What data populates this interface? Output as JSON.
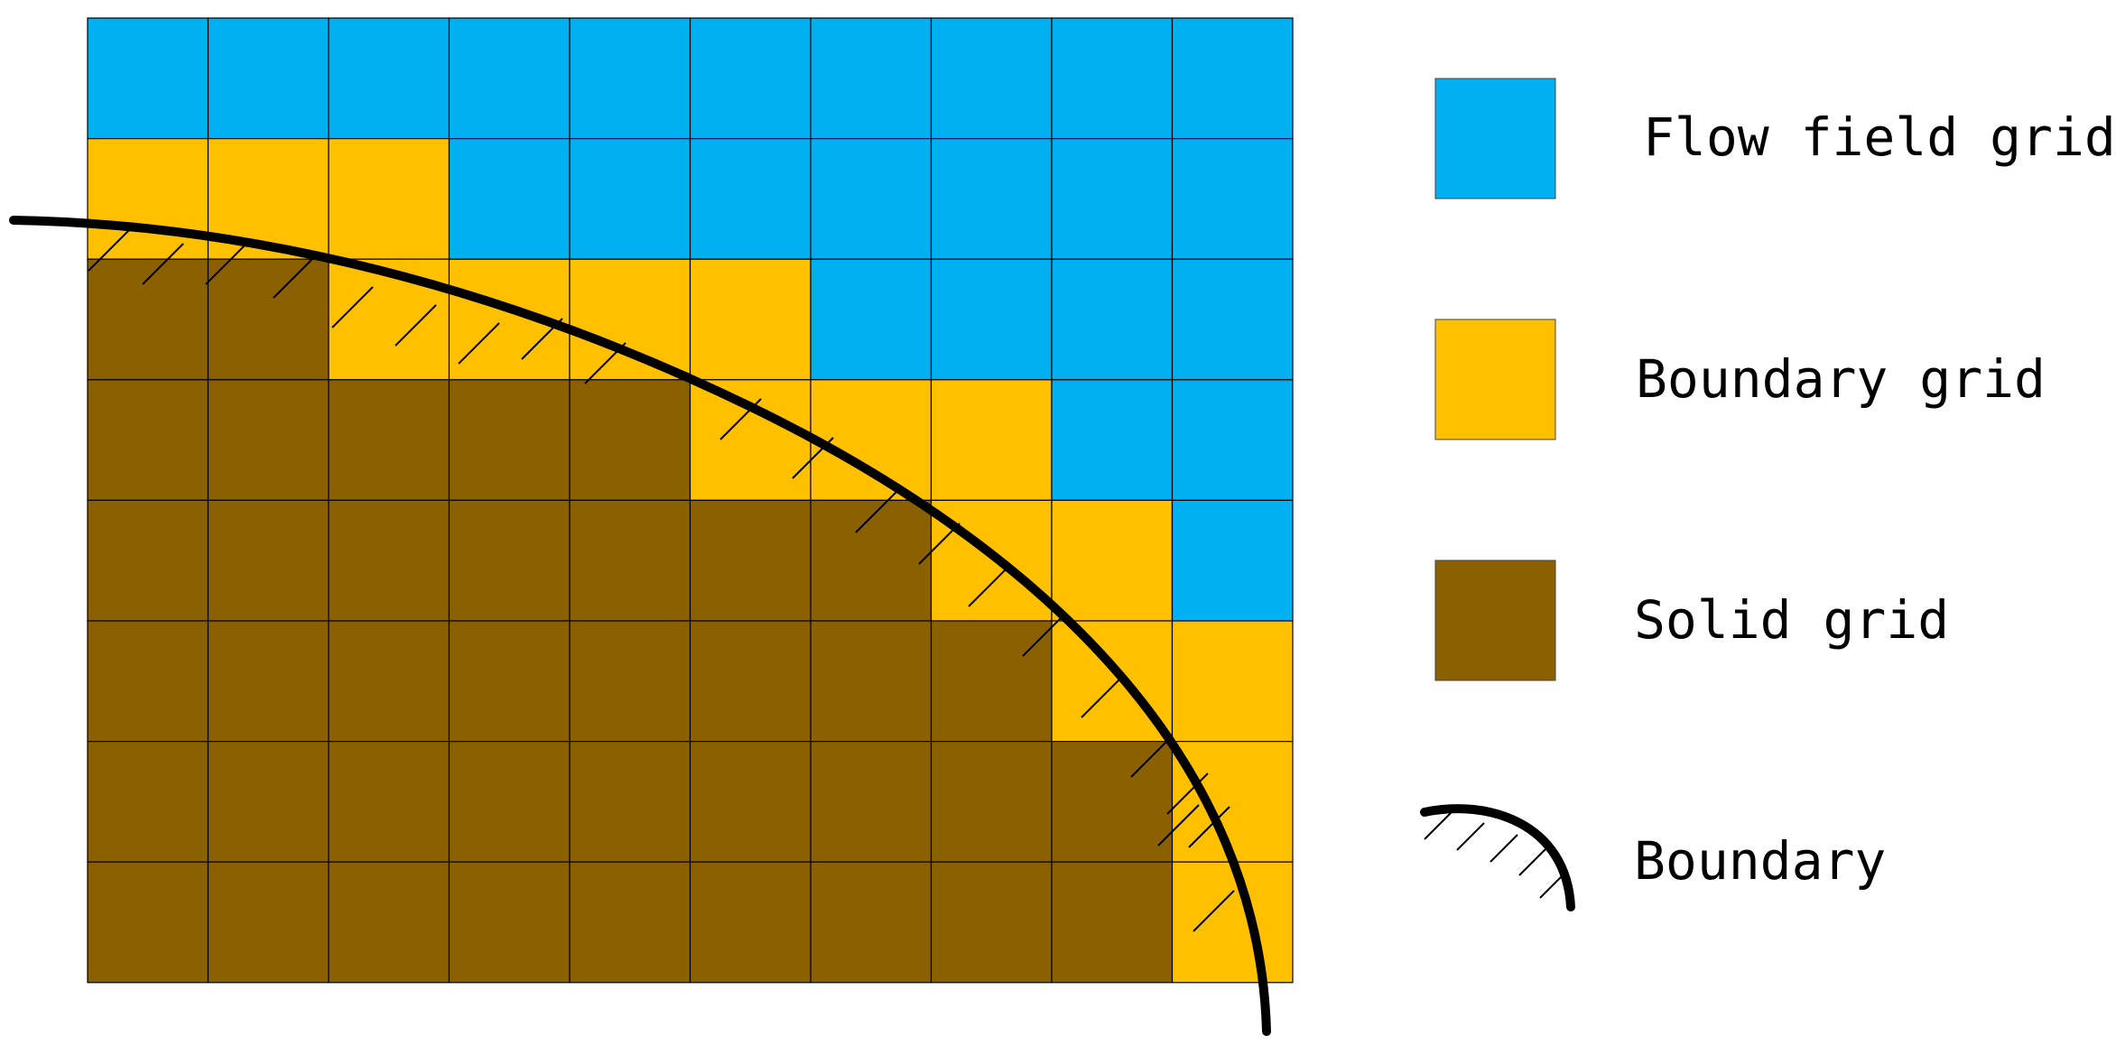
{
  "colors": {
    "flow": "#00B0F0",
    "boundary_cell": "#FFC000",
    "solid": "#8B6000",
    "line": "#000000"
  },
  "grid": {
    "rows": 8,
    "cols": 10,
    "cells": [
      "FFFFFFFFFF",
      "BBBFFFFFFF",
      "SSBBBBFFFF",
      "SSSSSBBBFF",
      "SSSSSSSBBF",
      "SSSSSSSSBB",
      "SSSSSSSSSB",
      "SSSSSSSSSB"
    ]
  },
  "legend": {
    "flow_label": "Flow field grid",
    "boundary_cell_label": "Boundary grid",
    "solid_label": "Solid grid",
    "boundary_curve_label": "Boundary"
  }
}
